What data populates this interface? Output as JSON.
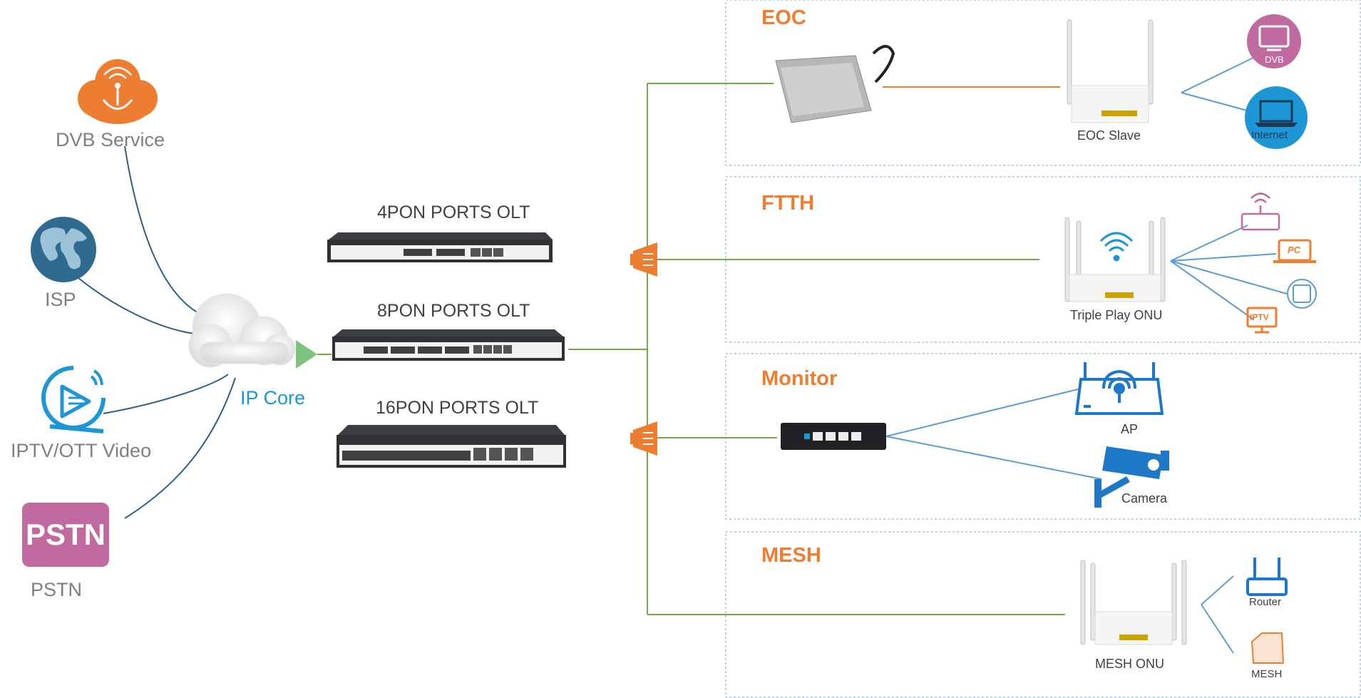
{
  "sources": {
    "dvb": {
      "label": "DVB Service",
      "icon": "satellite-dish-icon"
    },
    "isp": {
      "label": "ISP",
      "icon": "globe-icon"
    },
    "iptv": {
      "label": "IPTV/OTT Video",
      "icon": "video-play-icon"
    },
    "pstn": {
      "label": "PSTN",
      "badge": "PSTN",
      "icon": "pstn-badge"
    }
  },
  "core": {
    "label": "IP Core",
    "icon": "cloud-icon"
  },
  "olts": [
    {
      "label": "4PON PORTS OLT"
    },
    {
      "label": "8PON PORTS OLT"
    },
    {
      "label": "16PON PORTS OLT"
    }
  ],
  "sections": {
    "eoc": {
      "title": "EOC",
      "device_label": "EOC Slave",
      "endpoints": [
        {
          "label": "DVB",
          "icon": "tv-icon"
        },
        {
          "label": "Internet",
          "icon": "laptop-icon"
        }
      ]
    },
    "ftth": {
      "title": "FTTH",
      "device_label": "Triple Play ONU",
      "endpoints": [
        {
          "label": "",
          "icon": "router-icon"
        },
        {
          "label": "PC",
          "icon": "pc-icon"
        },
        {
          "label": "",
          "icon": "phone-icon"
        },
        {
          "label": "IPTV",
          "icon": "iptv-icon"
        }
      ]
    },
    "monitor": {
      "title": "Monitor",
      "endpoints": [
        {
          "label": "AP",
          "icon": "access-point-icon"
        },
        {
          "label": "Camera",
          "icon": "camera-icon"
        }
      ]
    },
    "mesh": {
      "title": "MESH",
      "device_label": "MESH ONU",
      "endpoints": [
        {
          "label": "Router",
          "icon": "router-icon"
        },
        {
          "label": "MESH",
          "icon": "mesh-node-icon"
        }
      ]
    }
  },
  "colors": {
    "orange": "#ed7d31",
    "blue": "#1e96d6",
    "line_blue": "#2e5f86",
    "fiber_green": "#70ad47",
    "link_blue": "#5b9bd5",
    "pink": "#c0659c",
    "dashed_border": "#9dc3e6"
  }
}
